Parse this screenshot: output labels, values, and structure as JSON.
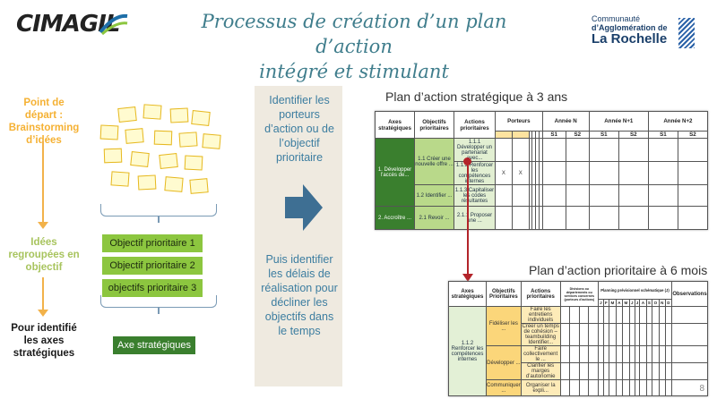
{
  "header": {
    "logo_left": "CIMAGIL",
    "title_line1": "Processus de création d’un plan d’action",
    "title_line2": "intégré et stimulant",
    "logo_right": {
      "line1": "Communauté",
      "line2": "d’Agglomération de",
      "line3": "La Rochelle"
    }
  },
  "left": {
    "start_label": "Point de départ : Brainstorming d’idées",
    "group_label": "Idées regroupées en objectif",
    "end_label": "Pour identifié les axes stratégiques",
    "objectives": [
      "Objectif prioritaire 1",
      "Objectif prioritaire 2",
      "objectifs prioritaire 3"
    ],
    "axis_box": "Axe stratégiques"
  },
  "middle": {
    "text_top": "Identifier les porteurs d’action ou de l’objectif prioritaire",
    "text_bottom": "Puis identifier les délais de réalisation pour décliner les objectifs dans le temps"
  },
  "plan1": {
    "title": "Plan d’action stratégique à 3 ans",
    "headers": [
      "Axes stratégiques",
      "Objectifs prioritaires",
      "Actions prioritaires",
      "Porteurs",
      "Année N",
      "Année N+1",
      "Année N+2"
    ],
    "semesters": [
      "S1",
      "S2",
      "S1",
      "S2",
      "S1",
      "S2"
    ],
    "axes": [
      "1. Développer l’accès de...",
      "2. Accroître ..."
    ],
    "objectives": [
      "1.1 Créer une nouvelle offre ...",
      "1.2 Identifier ...",
      "2.1 Revoir ..."
    ],
    "actions": [
      "1.1.1 Développer un partenariat avec...",
      "1.1.2 Renforcer les compétences internes",
      "1.1.3 Capitaliser les codes résultantes",
      "2.1.1 Proposer une ..."
    ],
    "marks": [
      "X",
      "X"
    ]
  },
  "plan2": {
    "title": "Plan d’action prioritaire à 6 mois",
    "headers": [
      "Axes stratégiques",
      "Objectifs Prioritaires",
      "Actions prioritaires",
      "Divisions ou départements ou services concernés (porteurs d’actions)",
      "Planning prévisionnel schématique (J)",
      "Observations"
    ],
    "months": [
      "J",
      "F",
      "M",
      "A",
      "M",
      "J",
      "J",
      "A",
      "S",
      "O",
      "N",
      "D"
    ],
    "axis": "1.1.2 Renforcer les compétences internes",
    "objectives": [
      "Fidéliser les ...",
      "Développer ...",
      "Communiquer ..."
    ],
    "actions": [
      "Faire les entretiens individuels",
      "Créer un temps de cohésion – teambuilding",
      "Identifier...",
      "Faire collectivement le ...",
      "Clarifier les marges d’autonomie",
      "Organiser la expli..."
    ]
  },
  "page_number": "8",
  "colors": {
    "title": "#3f7d8c",
    "orange": "#f5b133",
    "green_light": "#8cc63f",
    "green_dark": "#3a7f2e",
    "blue_text": "#3c7da0",
    "red_link": "#b3242a"
  }
}
